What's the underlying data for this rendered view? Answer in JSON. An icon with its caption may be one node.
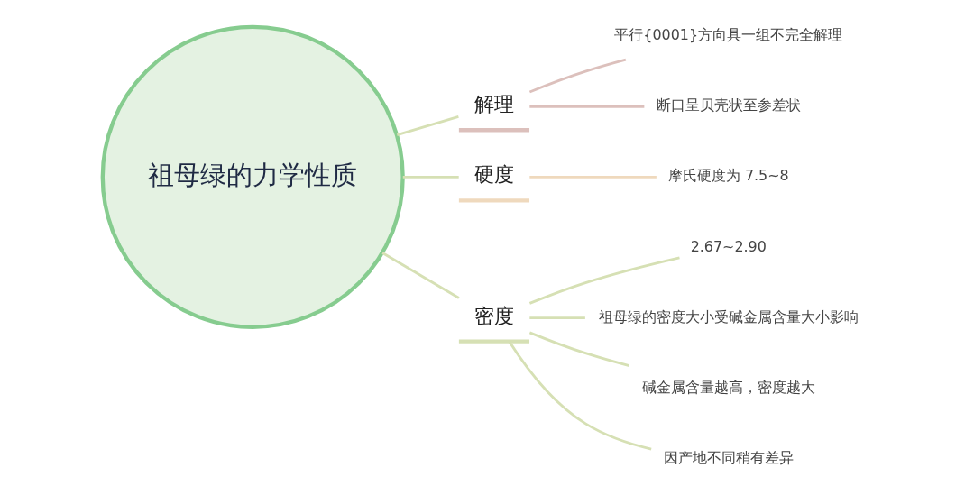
{
  "diagram": {
    "nodes": [
      {
        "text": [
          "祖母绿的力学性质"
        ]
      },
      {
        "text": [
          "解理"
        ]
      },
      {
        "text": [
          "平行{0001}方向具一组不完全解理"
        ]
      },
      {
        "text": [
          "断口呈贝壳状至参差状"
        ]
      },
      {
        "text": [
          "硬度"
        ]
      },
      {
        "text": [
          "摩氏硬度为 7.5~8"
        ]
      },
      {
        "text": [
          "密度"
        ]
      },
      {
        "text": [
          "2.67~2.90"
        ]
      },
      {
        "text": [
          "祖母绿的密度大小受碱金属含量大小影响"
        ]
      },
      {
        "text": [
          "碱金属含量越高，密度越大"
        ]
      },
      {
        "text": [
          "因产地不同稍有差异"
        ]
      }
    ],
    "edges": [
      {
        "from": 0,
        "to": 1,
        "arrow": "none"
      },
      {
        "from": 1,
        "to": 2,
        "arrow": "none",
        "color": "#dcc0bc"
      },
      {
        "from": 1,
        "to": 3,
        "arrow": "none",
        "color": "#dcc0bc"
      },
      {
        "from": 0,
        "to": 4,
        "arrow": "none"
      },
      {
        "from": 4,
        "to": 5,
        "arrow": "none",
        "color": "#efd9bd"
      },
      {
        "from": 0,
        "to": 6,
        "arrow": "none"
      },
      {
        "from": 6,
        "to": 7,
        "arrow": "none"
      },
      {
        "from": 6,
        "to": 8,
        "arrow": "none"
      },
      {
        "from": 6,
        "to": 9,
        "arrow": "none"
      },
      {
        "from": 6,
        "to": 10,
        "arrow": "none"
      }
    ]
  }
}
